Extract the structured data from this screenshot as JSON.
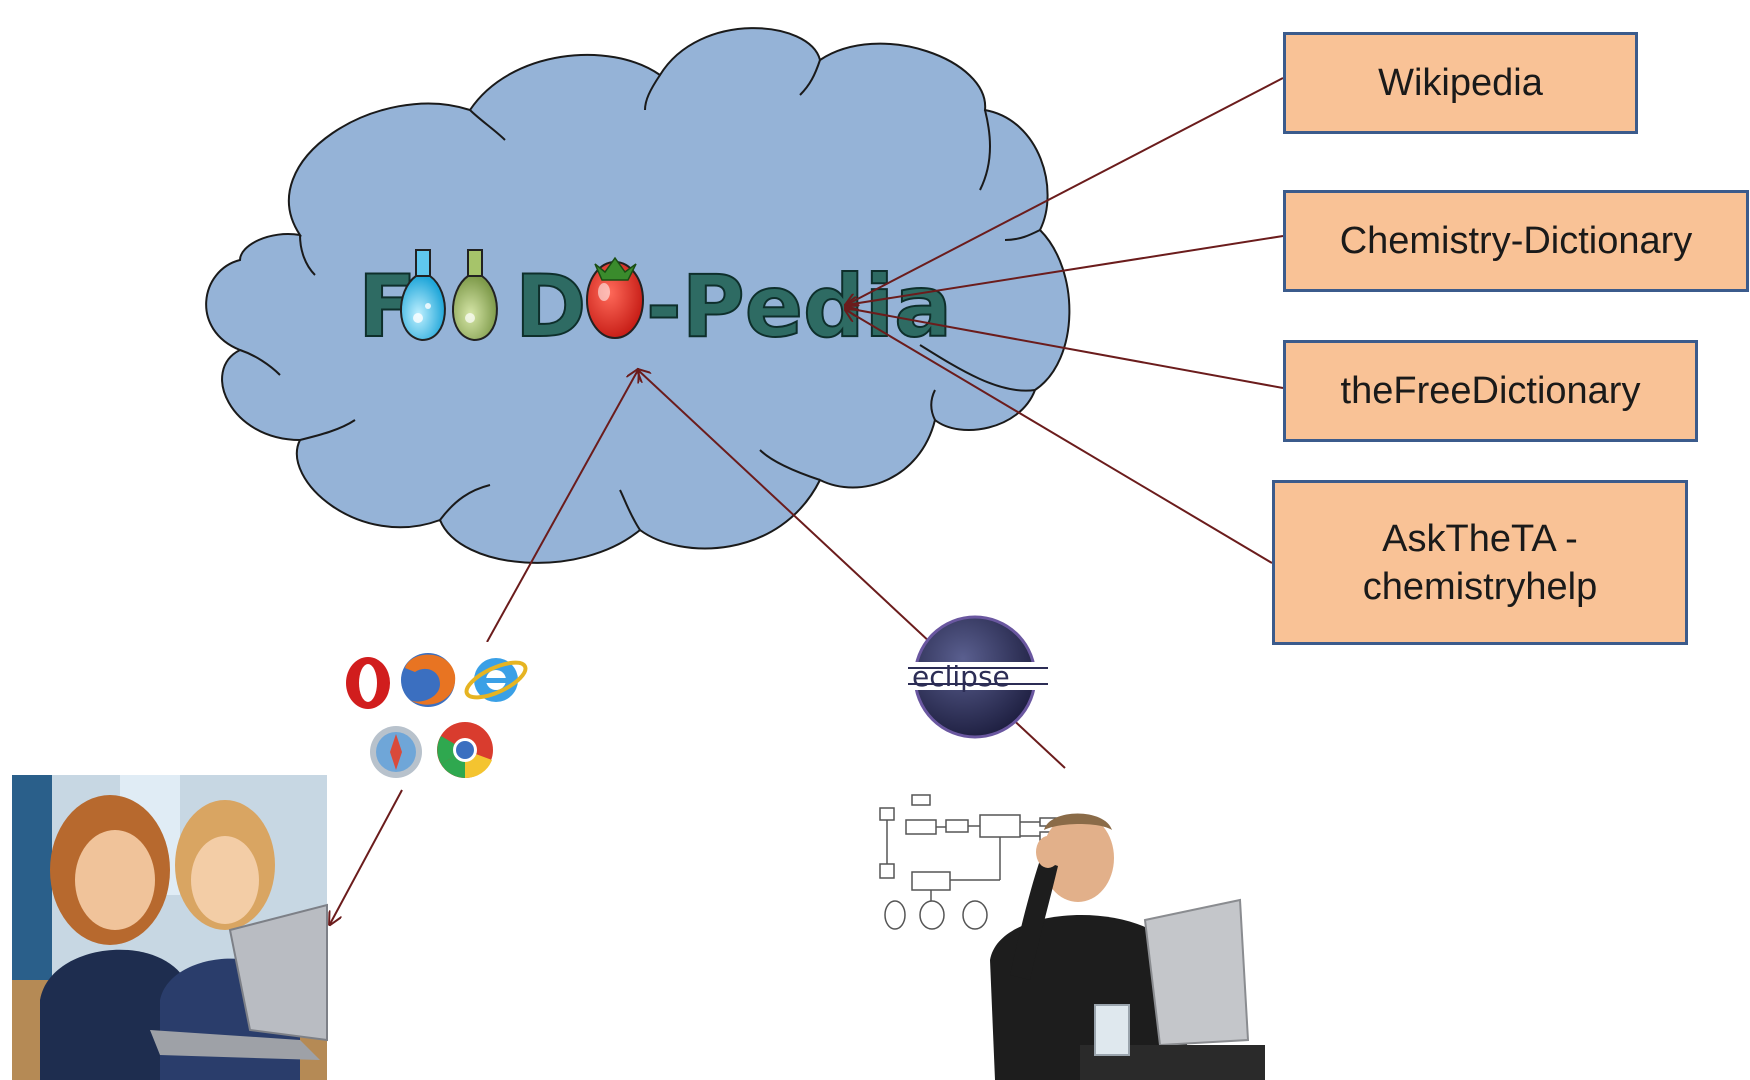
{
  "logo": {
    "letter_f": "F",
    "letters_d_dash": "D-",
    "letters_pedia": "-Pedia",
    "color": "#2e6b63"
  },
  "sources": [
    {
      "id": "wikipedia",
      "label": "Wikipedia"
    },
    {
      "id": "chemistry-dictionary",
      "label": "Chemistry-Dictionary"
    },
    {
      "id": "thefreedictionary",
      "label": "theFreeDictionary"
    },
    {
      "id": "askteta",
      "label": "AskTheTA - chemistryhelp"
    }
  ],
  "eclipse": {
    "label": "eclipse"
  },
  "colors": {
    "cloud_fill": "#95b3d7",
    "box_fill": "#f9c296",
    "box_border": "#3b5b8c",
    "arrow": "#6b1c1c"
  },
  "icons": [
    "opera-icon",
    "firefox-icon",
    "internet-explorer-icon",
    "safari-icon",
    "chrome-icon",
    "eclipse-icon"
  ]
}
